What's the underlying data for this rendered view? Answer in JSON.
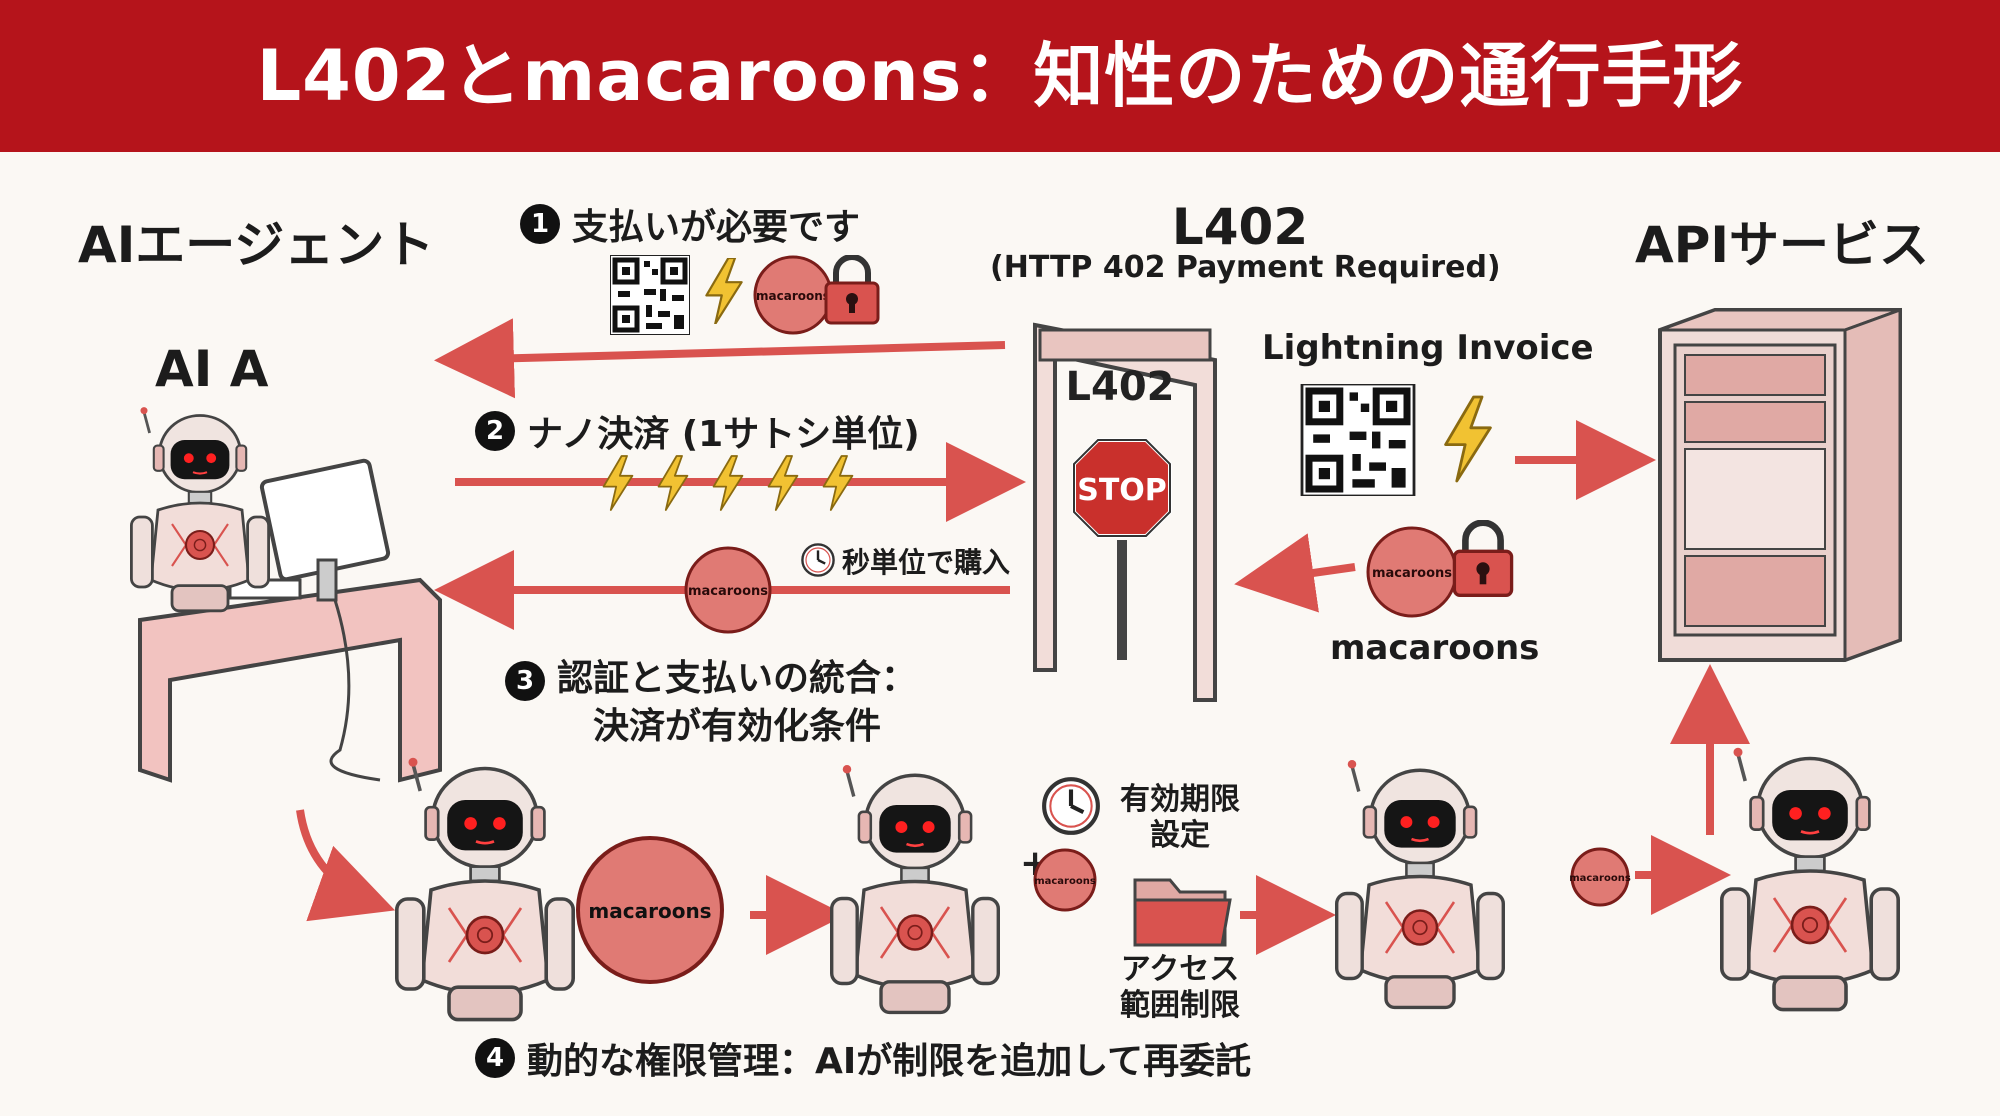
{
  "title": "L402とmacaroons：知性のための通行手形",
  "labels": {
    "agent": "AIエージェント",
    "ai_a": "AI A",
    "l402": "L402",
    "l402_sub": "(HTTP 402 Payment Required)",
    "api": "APIサービス",
    "gate_sign": "L402",
    "stop": "STOP",
    "invoice": "Lightning Invoice",
    "macaroons_label": "macaroons",
    "timed_purchase": "秒単位で購入",
    "expiry": [
      "有効期限",
      "設定"
    ],
    "access": [
      "アクセス",
      "範囲制限"
    ]
  },
  "cookie_text": "macaroons",
  "steps": [
    {
      "num": "1",
      "text": "支払いが必要です"
    },
    {
      "num": "2",
      "text": "ナノ決済 (1サトシ単位)"
    },
    {
      "num": "3",
      "lines": [
        "認証と支払いの統合：",
        "決済が有効化条件"
      ]
    },
    {
      "num": "4",
      "text": "動的な権限管理：AIが制限を追加して再委託"
    }
  ],
  "colors": {
    "banner": "#b5141b",
    "accent": "#d9534f",
    "pink": "#f2c3c0",
    "bolt": "#f1c232",
    "ink": "#1c1c1c"
  },
  "icons": [
    "qr-code-icon",
    "lightning-bolt-icon",
    "macaroon-cookie-icon",
    "padlock-icon",
    "clock-icon",
    "folder-icon",
    "stop-sign-icon",
    "server-rack-icon",
    "robot-icon"
  ]
}
